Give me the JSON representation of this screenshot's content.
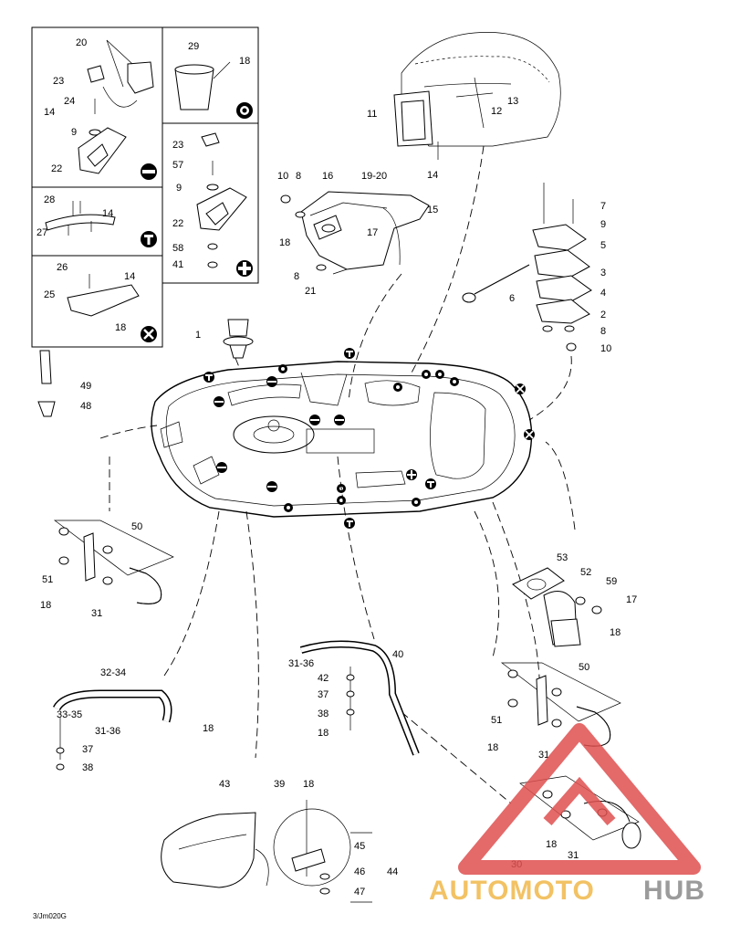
{
  "diagram": {
    "code": "3/Jm020G",
    "part_numbers": {
      "p1": "1",
      "p2": "2",
      "p3": "3",
      "p4": "4",
      "p5": "5",
      "p6": "6",
      "p7": "7",
      "p8": "8",
      "p9": "9",
      "p10": "10",
      "p11": "11",
      "p12": "12",
      "p13": "13",
      "p14": "14",
      "p15": "15",
      "p16": "16",
      "p17": "17",
      "p18": "18",
      "p19_20": "19-20",
      "p20": "20",
      "p21": "21",
      "p22": "22",
      "p23": "23",
      "p24": "24",
      "p25": "25",
      "p26": "26",
      "p27": "27",
      "p28": "28",
      "p29": "29",
      "p30": "30",
      "p31": "31",
      "p31_36": "31-36",
      "p32_34": "32-34",
      "p33_35": "33-35",
      "p37": "37",
      "p38": "38",
      "p39": "39",
      "p40": "40",
      "p41": "41",
      "p42": "42",
      "p43": "43",
      "p44": "44",
      "p45": "45",
      "p46": "46",
      "p47": "47",
      "p48": "48",
      "p49": "49",
      "p50": "50",
      "p51": "51",
      "p52": "52",
      "p53": "53",
      "p57": "57",
      "p58": "58",
      "p59": "59"
    },
    "symbols": {
      "circle": "◎",
      "tee": "T",
      "cross": "✕",
      "plus": "+",
      "bar": "−"
    }
  },
  "watermark": {
    "auto": "AUTOMOTO",
    "hub": "HUB",
    "colors": {
      "red": "#e05050",
      "orange": "#f0b84a",
      "gray": "#8a8a8a"
    }
  }
}
